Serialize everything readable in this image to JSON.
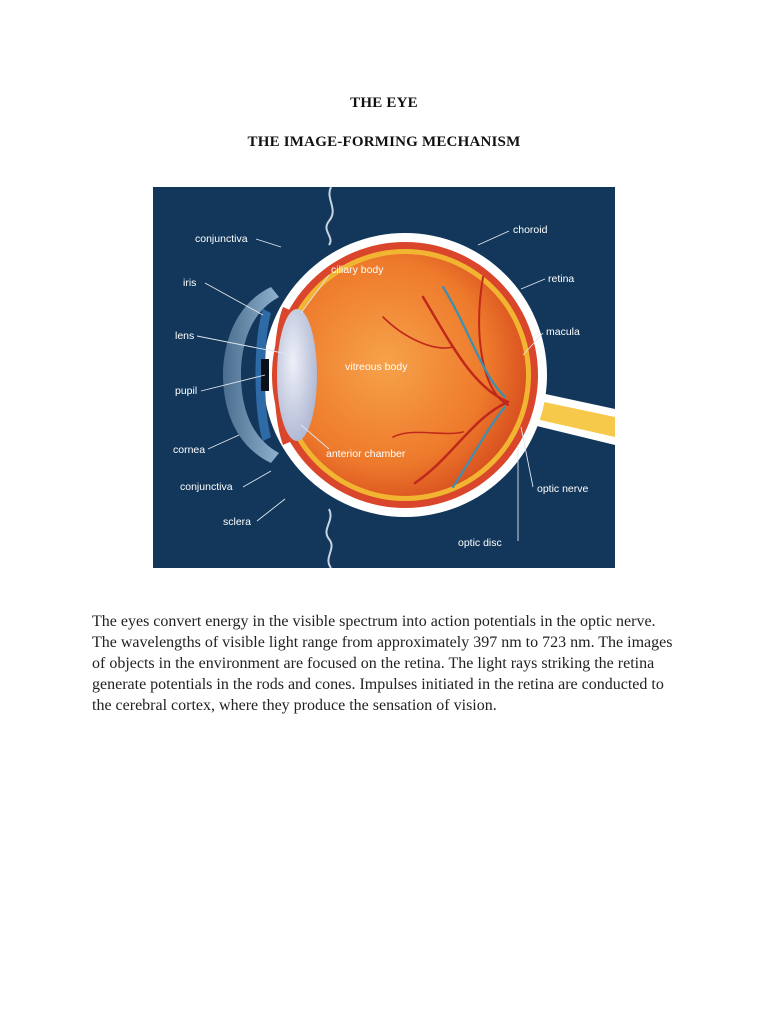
{
  "title": "THE EYE",
  "subtitle": "THE IMAGE-FORMING MECHANISM",
  "diagram": {
    "labels": {
      "conjunctiva_top": "conjunctiva",
      "iris": "iris",
      "lens": "lens",
      "pupil": "pupil",
      "cornea": "cornea",
      "conjunctiva_bottom": "conjunctiva",
      "sclera": "sclera",
      "ciliary_body": "ciliary body",
      "vitreous_body": "vitreous body",
      "anterior_chamber": "anterior chamber",
      "choroid": "choroid",
      "retina": "retina",
      "macula": "macula",
      "optic_nerve": "optic nerve",
      "optic_disc": "optic disc"
    },
    "colors": {
      "background": "#12375a",
      "sclera": "#ffffff",
      "choroid": "#d9462b",
      "retina_layer": "#f2b531",
      "interior": "#ef7d2e",
      "lens": "#c9cfe4",
      "iris": "#2e6aa6",
      "vessel_red": "#c0281c",
      "vessel_blue": "#3a8fb2",
      "optic_nerve": "#f7c94a"
    }
  },
  "paragraph": "The eyes convert energy in the visible spectrum into action potentials in the optic nerve. The wavelengths of visible light range from approximately 397 nm to 723 nm. The images of objects in the environment are focused on the retina. The light rays striking the retina generate potentials in the rods and cones. Impulses initiated in the retina are conducted to the cerebral cortex, where they produce the sensation of vision."
}
